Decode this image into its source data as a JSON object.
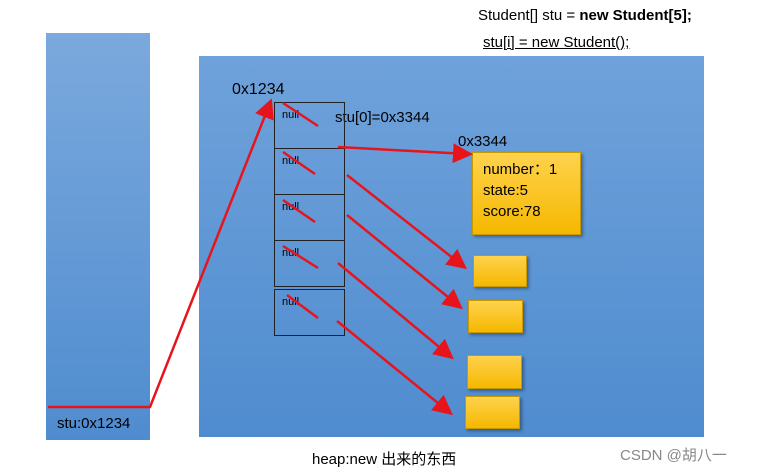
{
  "code": {
    "line1_prefix": "Student[] stu = ",
    "line1_bold": "new Student[5];",
    "line2": "stu[i] = new Student();"
  },
  "stack": {
    "var_label": "stu:0x1234"
  },
  "heap": {
    "array_addr": "0x1234",
    "element_ref": "stu[0]=0x3344",
    "object_addr": "0x3344",
    "cells": [
      "null",
      "null",
      "null",
      "null",
      "null"
    ],
    "object_fields": [
      "number：1",
      "state:5",
      "score:78"
    ],
    "caption": "heap:new 出来的东西"
  },
  "watermark": "CSDN @胡八一",
  "colors": {
    "arrow": "#e8141c",
    "region": "#4f8ccf",
    "object": "#f5b800"
  }
}
